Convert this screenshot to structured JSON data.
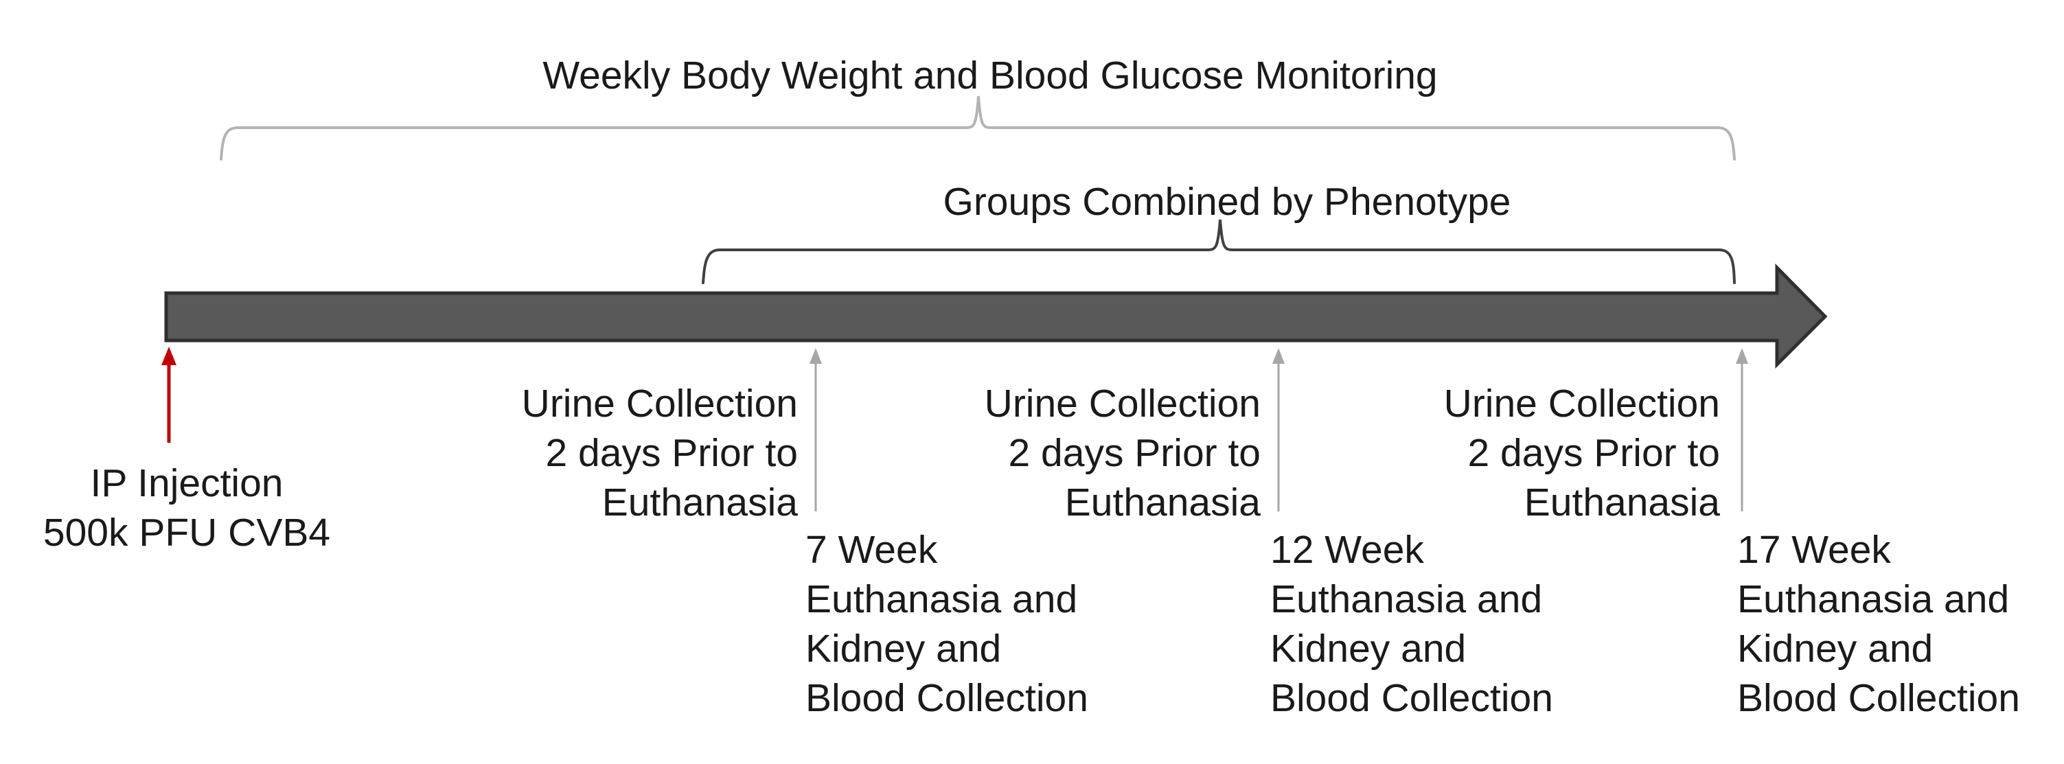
{
  "colors": {
    "background": "#ffffff",
    "text": "#1a1a1a",
    "timeline_fill": "#595959",
    "timeline_stroke": "#2f2f2f",
    "injection_arrow": "#c00000",
    "event_arrow": "#a6a6a6",
    "monitoring_brace": "#b3b3b3",
    "phenotype_brace": "#404040"
  },
  "monitoring": {
    "label": "Weekly Body Weight and Blood Glucose Monitoring"
  },
  "phenotype": {
    "label": "Groups Combined by Phenotype"
  },
  "injection": {
    "lines": [
      "IP Injection",
      "500k PFU CVB4"
    ]
  },
  "events": [
    {
      "urine_lines": [
        "Urine Collection",
        "2 days Prior to",
        "Euthanasia"
      ],
      "week_lines": [
        "7 Week",
        "Euthanasia and",
        "Kidney and",
        "Blood Collection"
      ]
    },
    {
      "urine_lines": [
        "Urine Collection",
        "2 days Prior to",
        "Euthanasia"
      ],
      "week_lines": [
        "12 Week",
        "Euthanasia and",
        "Kidney and",
        "Blood Collection"
      ]
    },
    {
      "urine_lines": [
        "Urine Collection",
        "2 days Prior to",
        "Euthanasia"
      ],
      "week_lines": [
        "17 Week",
        "Euthanasia and",
        "Kidney and",
        "Blood Collection"
      ]
    }
  ]
}
